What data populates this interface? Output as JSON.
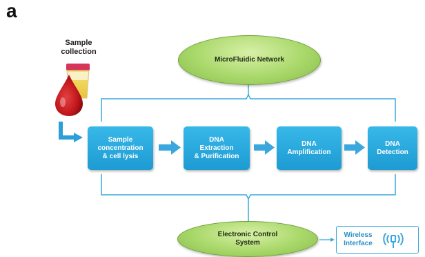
{
  "panel_label": "a",
  "sample_collection": [
    "Sample",
    "collection"
  ],
  "network": {
    "label": "MicroFluidic Network"
  },
  "steps": [
    {
      "lines": [
        "Sample",
        "concentration",
        "& cell lysis"
      ]
    },
    {
      "lines": [
        "DNA",
        "Extraction",
        "& Purification"
      ]
    },
    {
      "lines": [
        "DNA",
        "Amplification"
      ]
    },
    {
      "lines": [
        "DNA",
        "Detection"
      ]
    }
  ],
  "control": {
    "lines": [
      "Electronic Control",
      "System"
    ]
  },
  "wireless": {
    "lines": [
      "Wireless",
      "Interface"
    ],
    "icon": "wireless-antenna-icon"
  },
  "colors": {
    "step_blue": "#1d9bd3",
    "ellipse_green": "#a9d86a",
    "arrow_blue": "#3aa8dc",
    "drop_red": "#c0161b"
  }
}
